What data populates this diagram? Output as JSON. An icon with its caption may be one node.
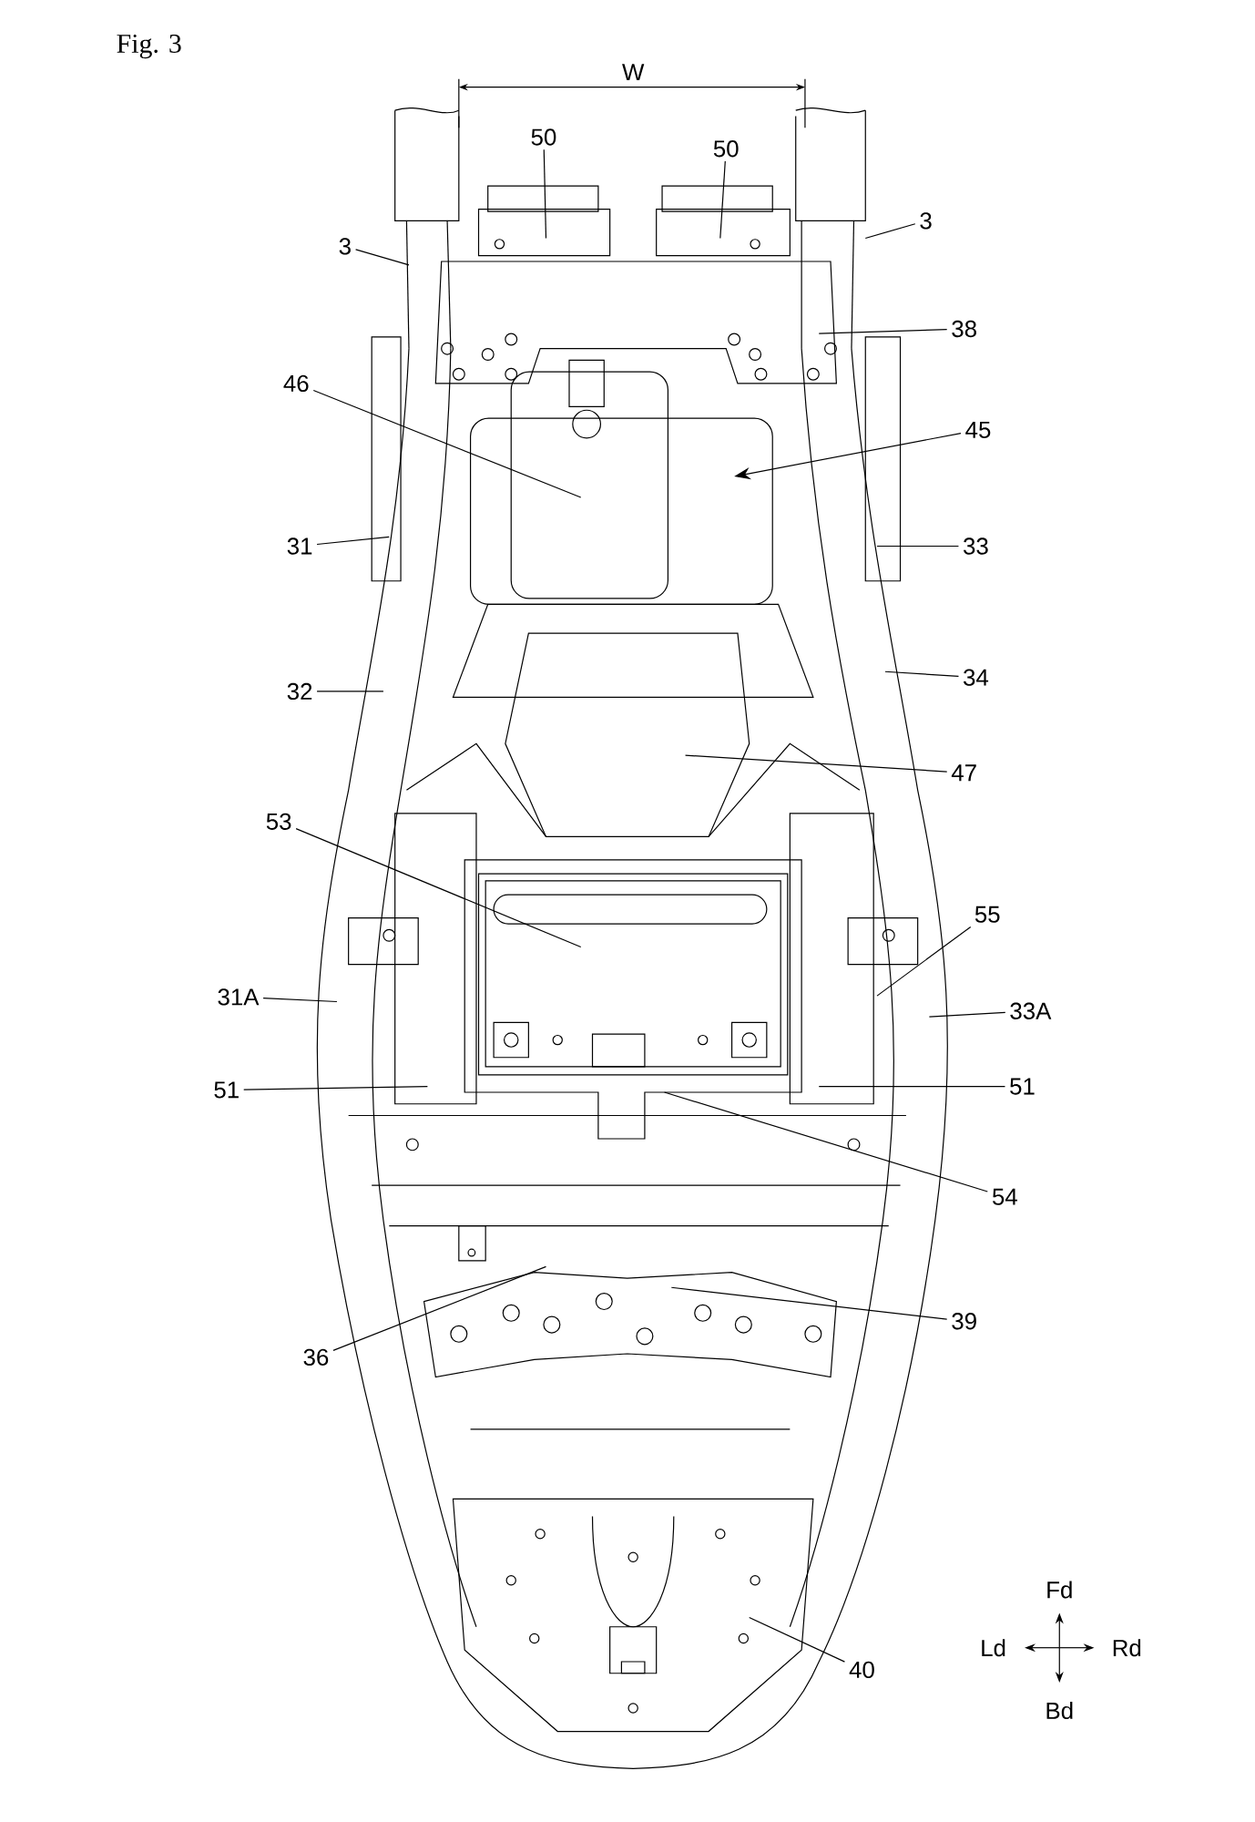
{
  "diagram": {
    "title": "Fig. 3",
    "nodes": [
      {
        "text": [
          "50"
        ]
      },
      {
        "text": [
          "50"
        ]
      },
      {
        "text": [
          "3"
        ]
      },
      {
        "text": [
          "3"
        ]
      },
      {
        "text": [
          "38"
        ]
      },
      {
        "text": [
          "46"
        ]
      },
      {
        "text": [
          "45"
        ]
      },
      {
        "text": [
          "31"
        ]
      },
      {
        "text": [
          "33"
        ]
      },
      {
        "text": [
          "32"
        ]
      },
      {
        "text": [
          "34"
        ]
      },
      {
        "text": [
          "47"
        ]
      },
      {
        "text": [
          "53"
        ]
      },
      {
        "text": [
          "55"
        ]
      },
      {
        "text": [
          "31A"
        ]
      },
      {
        "text": [
          "33A"
        ]
      },
      {
        "text": [
          "51"
        ]
      },
      {
        "text": [
          "51"
        ]
      },
      {
        "text": [
          "54"
        ]
      },
      {
        "text": [
          "36"
        ]
      },
      {
        "text": [
          "39"
        ]
      },
      {
        "text": [
          "40"
        ]
      }
    ],
    "edges": [
      {
        "from": 0,
        "to": null,
        "arrow": "none"
      },
      {
        "from": 1,
        "to": null,
        "arrow": "none"
      },
      {
        "from": 2,
        "to": null,
        "arrow": "none"
      },
      {
        "from": 3,
        "to": null,
        "arrow": "none"
      },
      {
        "from": 4,
        "to": null,
        "arrow": "none"
      },
      {
        "from": 5,
        "to": null,
        "arrow": "none"
      },
      {
        "from": 6,
        "to": null,
        "arrow": "to"
      },
      {
        "from": 7,
        "to": null,
        "arrow": "none"
      },
      {
        "from": 8,
        "to": null,
        "arrow": "none"
      },
      {
        "from": 9,
        "to": null,
        "arrow": "none"
      },
      {
        "from": 10,
        "to": null,
        "arrow": "none"
      },
      {
        "from": 11,
        "to": null,
        "arrow": "none"
      },
      {
        "from": 12,
        "to": null,
        "arrow": "none"
      },
      {
        "from": 13,
        "to": null,
        "arrow": "none"
      },
      {
        "from": 14,
        "to": null,
        "arrow": "none"
      },
      {
        "from": 15,
        "to": null,
        "arrow": "none"
      },
      {
        "from": 16,
        "to": null,
        "arrow": "none"
      },
      {
        "from": 17,
        "to": null,
        "arrow": "none"
      },
      {
        "from": 18,
        "to": null,
        "arrow": "none"
      },
      {
        "from": 19,
        "to": null,
        "arrow": "none"
      },
      {
        "from": 20,
        "to": null,
        "arrow": "none"
      },
      {
        "from": 21,
        "to": null,
        "arrow": "none"
      }
    ],
    "labels": [
      "W",
      "Fd",
      "Ld",
      "Rd",
      "Bd"
    ]
  }
}
